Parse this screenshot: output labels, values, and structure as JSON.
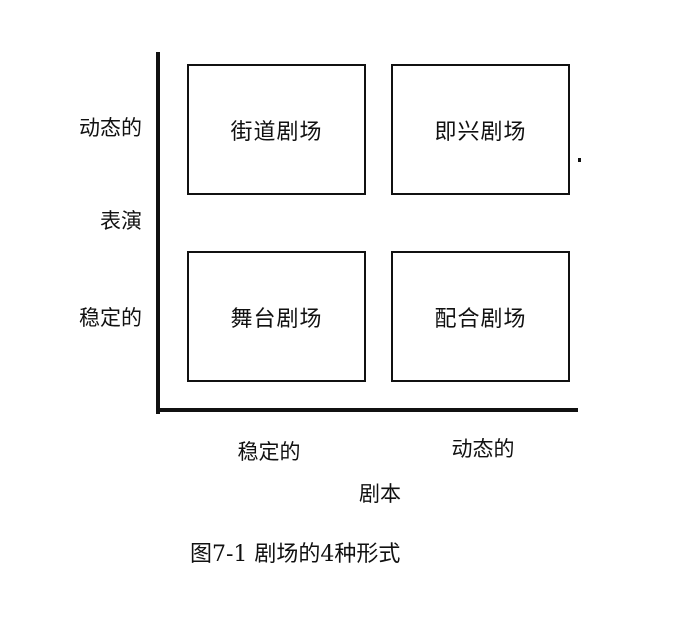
{
  "quadrants": {
    "top_left": "街道剧场",
    "top_right": "即兴剧场",
    "bottom_left": "舞台剧场",
    "bottom_right": "配合剧场"
  },
  "y_axis": {
    "high": "动态的",
    "title": "表演",
    "low": "稳定的"
  },
  "x_axis": {
    "low": "稳定的",
    "high": "动态的",
    "title": "剧本"
  },
  "caption": "图7-1  剧场的4种形式"
}
